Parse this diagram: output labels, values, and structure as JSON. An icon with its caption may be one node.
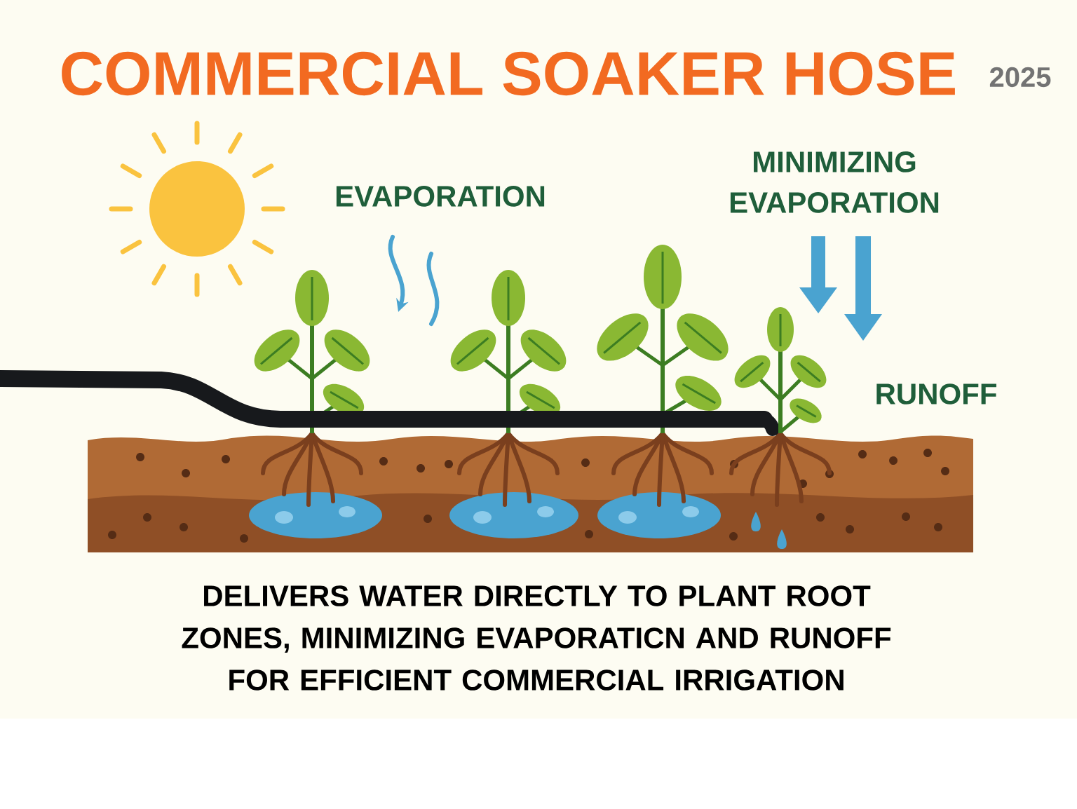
{
  "diagram": {
    "title": "COMMERCIAL SOAKER HOSE",
    "labels": [
      "2025",
      "EVAPORATION",
      "MINIMIZING EVAPORATION",
      "RUNOFF"
    ],
    "caption": "DELIVERS WATER DIRECTLY TO PLANT ROOT ZONES, MINIMIZING EVAPORATICN AND RUNOFF FOR EFFICIENT COMMERCIAL IRRIGATION"
  }
}
